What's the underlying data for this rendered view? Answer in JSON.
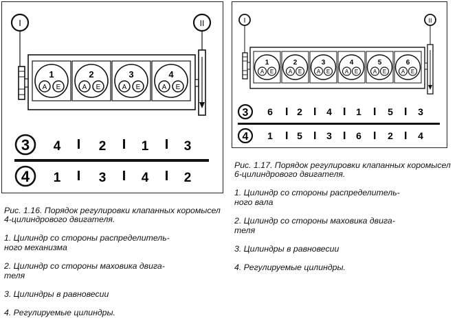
{
  "figure_4cyl": {
    "markers": [
      "I",
      "II"
    ],
    "cylinders": [
      "1",
      "2",
      "3",
      "4"
    ],
    "valve_labels": [
      "A",
      "E"
    ],
    "row3_label": "3",
    "row3_values": [
      "4",
      "2",
      "1",
      "3"
    ],
    "row4_label": "4",
    "row4_values": [
      "1",
      "3",
      "4",
      "2"
    ],
    "caption": {
      "title": "Рис. 1.16. Порядок регулировки клапанных коромысел 4-цилиндрового двигателя.",
      "items": [
        "1. Цилиндр со стороны распределитель-\nного механизма",
        "2. Цилиндр со стороны маховика двига-\nтеля",
        "3. Цилиндры в равновесии",
        "4. Регулируемые цилиндры."
      ]
    }
  },
  "figure_6cyl": {
    "markers": [
      "I",
      "II"
    ],
    "cylinders": [
      "1",
      "2",
      "3",
      "4",
      "5",
      "6"
    ],
    "valve_labels": [
      "A",
      "E"
    ],
    "row3_label": "3",
    "row3_values": [
      "6",
      "2",
      "4",
      "1",
      "5",
      "3"
    ],
    "row4_label": "4",
    "row4_values": [
      "1",
      "5",
      "3",
      "6",
      "2",
      "4"
    ],
    "caption": {
      "title": "Рис. 1.17. Порядок регулировки клапанных коромысел 6-цилиндрового двигателя.",
      "items": [
        "1. Цилиндр со стороны распределитель-\nного вала",
        "2. Цилиндр со стороны маховика двига-\nтеля",
        "3. Цилиндры в равновесии",
        "4. Регулируемые цилиндры."
      ]
    }
  }
}
